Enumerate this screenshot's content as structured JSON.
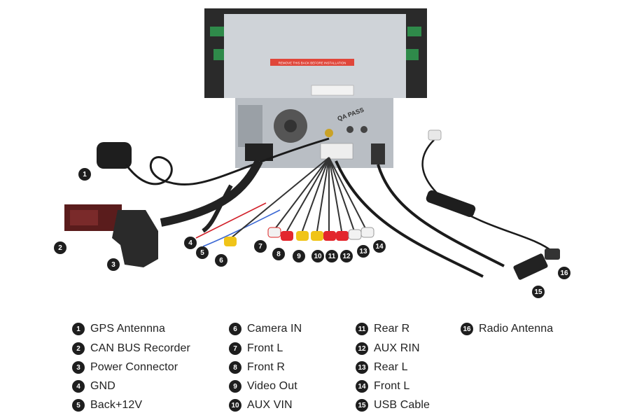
{
  "device": {
    "sticker_text": "REMOVE THIS BACK BEFORE INSTALLATION",
    "qa_label": "QA PASS"
  },
  "callouts": [
    {
      "num": "1",
      "label": "GPS Antennna"
    },
    {
      "num": "2",
      "label": "CAN BUS Recorder"
    },
    {
      "num": "3",
      "label": "Power Connector"
    },
    {
      "num": "4",
      "label": "GND"
    },
    {
      "num": "5",
      "label": "Back+12V"
    },
    {
      "num": "6",
      "label": "Camera IN"
    },
    {
      "num": "7",
      "label": "Front L"
    },
    {
      "num": "8",
      "label": "Front R"
    },
    {
      "num": "9",
      "label": "Video Out"
    },
    {
      "num": "10",
      "label": "AUX VIN"
    },
    {
      "num": "11",
      "label": "Rear R"
    },
    {
      "num": "12",
      "label": "AUX RIN"
    },
    {
      "num": "13",
      "label": "Rear L"
    },
    {
      "num": "14",
      "label": "Front L"
    },
    {
      "num": "15",
      "label": "USB Cable"
    },
    {
      "num": "16",
      "label": "Radio Antenna"
    }
  ]
}
